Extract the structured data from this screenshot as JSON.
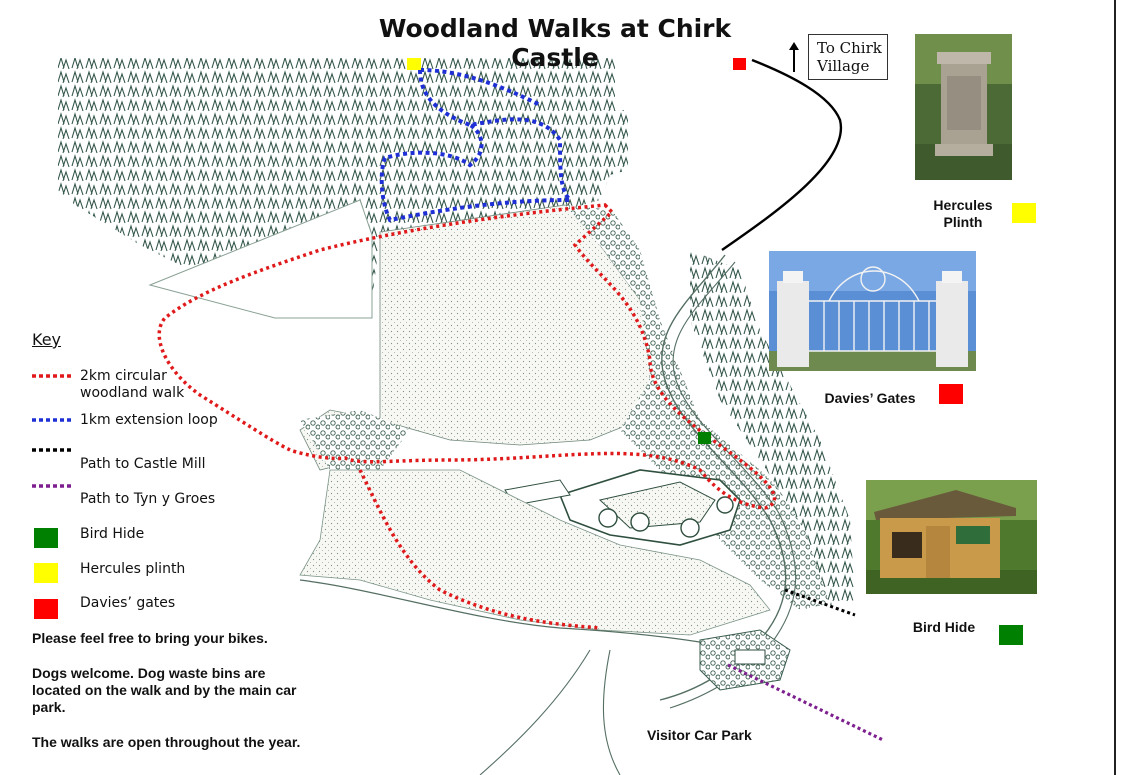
{
  "title": "Woodland Walks at Chirk Castle",
  "signpost": {
    "line1": "To Chirk",
    "line2": "Village"
  },
  "photos": {
    "hercules": {
      "caption_line1": "Hercules",
      "caption_line2": "Plinth",
      "marker_color": "#ffff00"
    },
    "davies": {
      "caption": "Davies’ Gates",
      "marker_color": "#ff0000"
    },
    "bird_hide": {
      "caption": "Bird Hide",
      "marker_color": "#008000"
    }
  },
  "key": {
    "title": "Key",
    "items": [
      {
        "label_line1": "2km circular",
        "label_line2": "woodland walk",
        "style": "dotted",
        "color": "#e0191b"
      },
      {
        "label_line1": "1km extension loop",
        "label_line2": "",
        "style": "dotted",
        "color": "#1f2fd6"
      },
      {
        "label_line1": "Path to Castle Mill",
        "label_line2": "",
        "style": "dotted",
        "color": "#000000"
      },
      {
        "label_line1": "Path to Tyn y Groes",
        "label_line2": "",
        "style": "dotted",
        "color": "#7d1f8f"
      },
      {
        "label_line1": "Bird Hide",
        "label_line2": "",
        "style": "square",
        "color": "#008000"
      },
      {
        "label_line1": "Hercules plinth",
        "label_line2": "",
        "style": "square",
        "color": "#ffff00"
      },
      {
        "label_line1": "Davies’ gates",
        "label_line2": "",
        "style": "square",
        "color": "#ff0000"
      }
    ]
  },
  "notes": {
    "bikes": "Please feel free to bring your bikes.",
    "dogs": "Dogs welcome. Dog waste bins are located on the walk and by the main car park.",
    "open": "The walks are open throughout the year."
  },
  "map_labels": {
    "car_park": "Visitor Car Park"
  },
  "colors": {
    "forest_ink": "#2f4f3f",
    "ground": "#f3f3ef"
  }
}
